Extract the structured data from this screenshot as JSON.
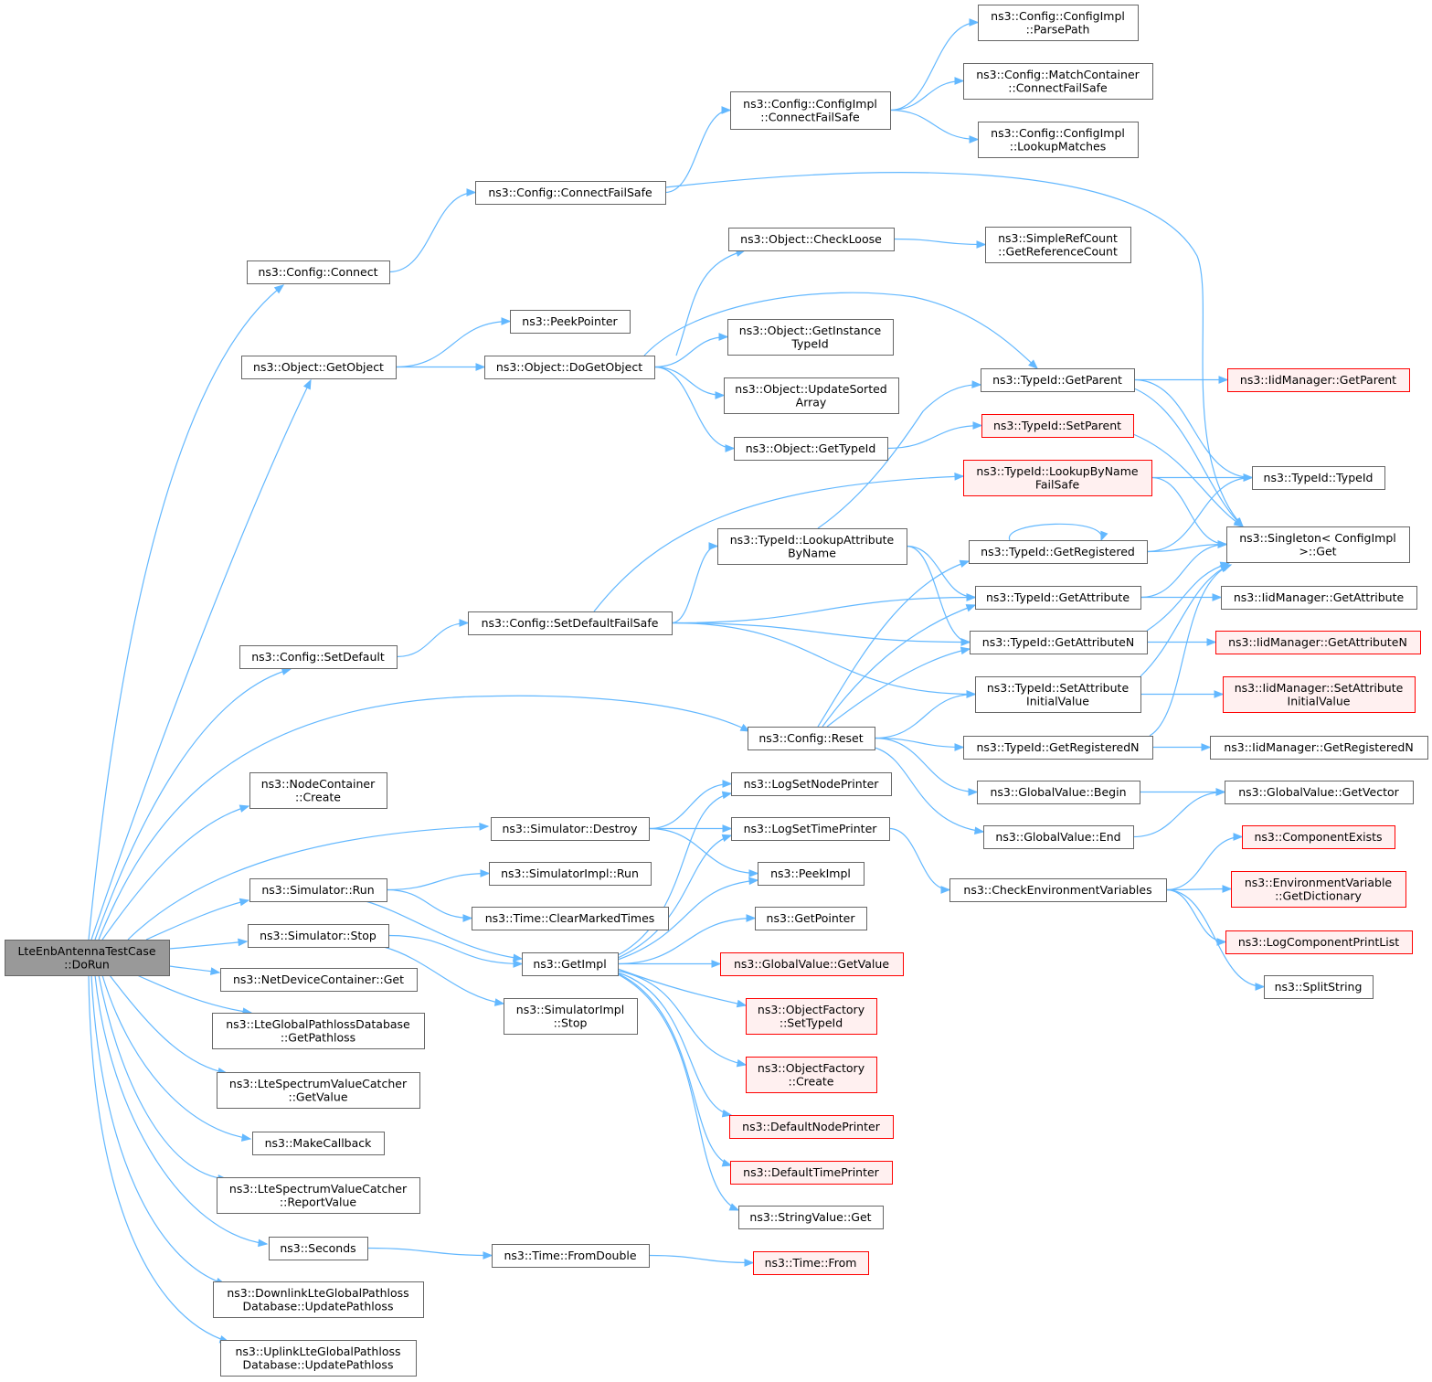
{
  "diagram": {
    "nodes": [
      {
        "id": "root",
        "lines": [
          "LteEnbAntennaTestCase",
          "::DoRun"
        ],
        "kind": "root"
      },
      {
        "id": "configConnect",
        "lines": [
          "ns3::Config::Connect"
        ],
        "kind": "normal"
      },
      {
        "id": "objGetObject",
        "lines": [
          "ns3::Object::GetObject"
        ],
        "kind": "normal"
      },
      {
        "id": "configSetDefault",
        "lines": [
          "ns3::Config::SetDefault"
        ],
        "kind": "normal"
      },
      {
        "id": "nodeContainerCreate",
        "lines": [
          "ns3::NodeContainer",
          "::Create"
        ],
        "kind": "normal"
      },
      {
        "id": "simRun",
        "lines": [
          "ns3::Simulator::Run"
        ],
        "kind": "normal"
      },
      {
        "id": "simStop",
        "lines": [
          "ns3::Simulator::Stop"
        ],
        "kind": "normal"
      },
      {
        "id": "ndcGet",
        "lines": [
          "ns3::NetDeviceContainer::Get"
        ],
        "kind": "normal"
      },
      {
        "id": "lteGetPathloss",
        "lines": [
          "ns3::LteGlobalPathlossDatabase",
          "::GetPathloss"
        ],
        "kind": "normal"
      },
      {
        "id": "catcherGetValue",
        "lines": [
          "ns3::LteSpectrumValueCatcher",
          "::GetValue"
        ],
        "kind": "normal"
      },
      {
        "id": "makeCallback",
        "lines": [
          "ns3::MakeCallback"
        ],
        "kind": "normal"
      },
      {
        "id": "catcherReport",
        "lines": [
          "ns3::LteSpectrumValueCatcher",
          "::ReportValue"
        ],
        "kind": "normal"
      },
      {
        "id": "seconds",
        "lines": [
          "ns3::Seconds"
        ],
        "kind": "normal"
      },
      {
        "id": "dlUpdate",
        "lines": [
          "ns3::DownlinkLteGlobalPathloss",
          "Database::UpdatePathloss"
        ],
        "kind": "normal"
      },
      {
        "id": "ulUpdate",
        "lines": [
          "ns3::UplinkLteGlobalPathloss",
          "Database::UpdatePathloss"
        ],
        "kind": "normal"
      },
      {
        "id": "configConnectFailSafe",
        "lines": [
          "ns3::Config::ConnectFailSafe"
        ],
        "kind": "normal"
      },
      {
        "id": "peekPointer",
        "lines": [
          "ns3::PeekPointer"
        ],
        "kind": "normal"
      },
      {
        "id": "objDoGetObject",
        "lines": [
          "ns3::Object::DoGetObject"
        ],
        "kind": "normal"
      },
      {
        "id": "configSetDefaultFailSafe",
        "lines": [
          "ns3::Config::SetDefaultFailSafe"
        ],
        "kind": "normal"
      },
      {
        "id": "configReset",
        "lines": [
          "ns3::Config::Reset"
        ],
        "kind": "normal"
      },
      {
        "id": "simDestroy",
        "lines": [
          "ns3::Simulator::Destroy"
        ],
        "kind": "normal"
      },
      {
        "id": "simImplRun",
        "lines": [
          "ns3::SimulatorImpl::Run"
        ],
        "kind": "normal"
      },
      {
        "id": "timeClearMarked",
        "lines": [
          "ns3::Time::ClearMarkedTimes"
        ],
        "kind": "normal"
      },
      {
        "id": "getImpl",
        "lines": [
          "ns3::GetImpl"
        ],
        "kind": "normal"
      },
      {
        "id": "simImplStop",
        "lines": [
          "ns3::SimulatorImpl",
          "::Stop"
        ],
        "kind": "normal"
      },
      {
        "id": "timeFromDouble",
        "lines": [
          "ns3::Time::FromDouble"
        ],
        "kind": "normal"
      },
      {
        "id": "configImplConnectFailSafe",
        "lines": [
          "ns3::Config::ConfigImpl",
          "::ConnectFailSafe"
        ],
        "kind": "normal"
      },
      {
        "id": "objCheckLoose",
        "lines": [
          "ns3::Object::CheckLoose"
        ],
        "kind": "normal"
      },
      {
        "id": "objGetInstanceTypeId",
        "lines": [
          "ns3::Object::GetInstance",
          "TypeId"
        ],
        "kind": "normal"
      },
      {
        "id": "objUpdateSorted",
        "lines": [
          "ns3::Object::UpdateSorted",
          "Array"
        ],
        "kind": "normal"
      },
      {
        "id": "objGetTypeId",
        "lines": [
          "ns3::Object::GetTypeId"
        ],
        "kind": "normal"
      },
      {
        "id": "typeIdLookupAttr",
        "lines": [
          "ns3::TypeId::LookupAttribute",
          "ByName"
        ],
        "kind": "normal"
      },
      {
        "id": "logSetNodePrinter",
        "lines": [
          "ns3::LogSetNodePrinter"
        ],
        "kind": "normal"
      },
      {
        "id": "logSetTimePrinter",
        "lines": [
          "ns3::LogSetTimePrinter"
        ],
        "kind": "normal"
      },
      {
        "id": "peekImpl",
        "lines": [
          "ns3::PeekImpl"
        ],
        "kind": "normal"
      },
      {
        "id": "getPointer",
        "lines": [
          "ns3::GetPointer"
        ],
        "kind": "normal"
      },
      {
        "id": "gvGetValue",
        "lines": [
          "ns3::GlobalValue::GetValue"
        ],
        "kind": "red"
      },
      {
        "id": "ofSetTypeId",
        "lines": [
          "ns3::ObjectFactory",
          "::SetTypeId"
        ],
        "kind": "red"
      },
      {
        "id": "ofCreate",
        "lines": [
          "ns3::ObjectFactory",
          "::Create"
        ],
        "kind": "red"
      },
      {
        "id": "defaultNodePrinter",
        "lines": [
          "ns3::DefaultNodePrinter"
        ],
        "kind": "red"
      },
      {
        "id": "defaultTimePrinter",
        "lines": [
          "ns3::DefaultTimePrinter"
        ],
        "kind": "red"
      },
      {
        "id": "stringValueGet",
        "lines": [
          "ns3::StringValue::Get"
        ],
        "kind": "normal"
      },
      {
        "id": "timeFrom",
        "lines": [
          "ns3::Time::From"
        ],
        "kind": "red"
      },
      {
        "id": "configImplParsePath",
        "lines": [
          "ns3::Config::ConfigImpl",
          "::ParsePath"
        ],
        "kind": "normal"
      },
      {
        "id": "matchContainerConnect",
        "lines": [
          "ns3::Config::MatchContainer",
          "::ConnectFailSafe"
        ],
        "kind": "normal"
      },
      {
        "id": "configImplLookupMatches",
        "lines": [
          "ns3::Config::ConfigImpl",
          "::LookupMatches"
        ],
        "kind": "normal"
      },
      {
        "id": "simpleRefCount",
        "lines": [
          "ns3::SimpleRefCount",
          "::GetReferenceCount"
        ],
        "kind": "normal"
      },
      {
        "id": "typeIdGetParent",
        "lines": [
          "ns3::TypeId::GetParent"
        ],
        "kind": "normal"
      },
      {
        "id": "typeIdSetParent",
        "lines": [
          "ns3::TypeId::SetParent"
        ],
        "kind": "red"
      },
      {
        "id": "typeIdLookupByName",
        "lines": [
          "ns3::TypeId::LookupByName",
          "FailSafe"
        ],
        "kind": "red"
      },
      {
        "id": "typeIdGetRegistered",
        "lines": [
          "ns3::TypeId::GetRegistered"
        ],
        "kind": "normal"
      },
      {
        "id": "typeIdGetAttribute",
        "lines": [
          "ns3::TypeId::GetAttribute"
        ],
        "kind": "normal"
      },
      {
        "id": "typeIdGetAttributeN",
        "lines": [
          "ns3::TypeId::GetAttributeN"
        ],
        "kind": "normal"
      },
      {
        "id": "typeIdSetAttrInit",
        "lines": [
          "ns3::TypeId::SetAttribute",
          "InitialValue"
        ],
        "kind": "normal"
      },
      {
        "id": "typeIdGetRegisteredN",
        "lines": [
          "ns3::TypeId::GetRegisteredN"
        ],
        "kind": "normal"
      },
      {
        "id": "gvBegin",
        "lines": [
          "ns3::GlobalValue::Begin"
        ],
        "kind": "normal"
      },
      {
        "id": "gvEnd",
        "lines": [
          "ns3::GlobalValue::End"
        ],
        "kind": "normal"
      },
      {
        "id": "checkEnvVars",
        "lines": [
          "ns3::CheckEnvironmentVariables"
        ],
        "kind": "normal"
      },
      {
        "id": "iidGetParent",
        "lines": [
          "ns3::IidManager::GetParent"
        ],
        "kind": "red"
      },
      {
        "id": "typeIdTypeId",
        "lines": [
          "ns3::TypeId::TypeId"
        ],
        "kind": "normal"
      },
      {
        "id": "singletonGet",
        "lines": [
          "ns3::Singleton< ConfigImpl",
          " >::Get"
        ],
        "kind": "normal"
      },
      {
        "id": "iidGetAttribute",
        "lines": [
          "ns3::IidManager::GetAttribute"
        ],
        "kind": "normal"
      },
      {
        "id": "iidGetAttributeN",
        "lines": [
          "ns3::IidManager::GetAttributeN"
        ],
        "kind": "red"
      },
      {
        "id": "iidSetAttrInit",
        "lines": [
          "ns3::IidManager::SetAttribute",
          "InitialValue"
        ],
        "kind": "red"
      },
      {
        "id": "iidGetRegisteredN",
        "lines": [
          "ns3::IidManager::GetRegisteredN"
        ],
        "kind": "normal"
      },
      {
        "id": "gvGetVector",
        "lines": [
          "ns3::GlobalValue::GetVector"
        ],
        "kind": "normal"
      },
      {
        "id": "componentExists",
        "lines": [
          "ns3::ComponentExists"
        ],
        "kind": "red"
      },
      {
        "id": "envVarGetDict",
        "lines": [
          "ns3::EnvironmentVariable",
          "::GetDictionary"
        ],
        "kind": "red"
      },
      {
        "id": "logComponentPrintList",
        "lines": [
          "ns3::LogComponentPrintList"
        ],
        "kind": "red"
      },
      {
        "id": "splitString",
        "lines": [
          "ns3::SplitString"
        ],
        "kind": "normal"
      }
    ],
    "edges": [
      [
        "root",
        "configConnect"
      ],
      [
        "root",
        "objGetObject"
      ],
      [
        "root",
        "configSetDefault"
      ],
      [
        "root",
        "configReset"
      ],
      [
        "root",
        "nodeContainerCreate"
      ],
      [
        "root",
        "simDestroy"
      ],
      [
        "root",
        "simRun"
      ],
      [
        "root",
        "simStop"
      ],
      [
        "root",
        "ndcGet"
      ],
      [
        "root",
        "lteGetPathloss"
      ],
      [
        "root",
        "catcherGetValue"
      ],
      [
        "root",
        "makeCallback"
      ],
      [
        "root",
        "catcherReport"
      ],
      [
        "root",
        "seconds"
      ],
      [
        "root",
        "dlUpdate"
      ],
      [
        "root",
        "ulUpdate"
      ],
      [
        "configConnect",
        "configConnectFailSafe"
      ],
      [
        "configConnectFailSafe",
        "configImplConnectFailSafe"
      ],
      [
        "configConnectFailSafe",
        "singletonGet"
      ],
      [
        "configImplConnectFailSafe",
        "configImplParsePath"
      ],
      [
        "configImplConnectFailSafe",
        "matchContainerConnect"
      ],
      [
        "configImplConnectFailSafe",
        "configImplLookupMatches"
      ],
      [
        "objGetObject",
        "peekPointer"
      ],
      [
        "objGetObject",
        "objDoGetObject"
      ],
      [
        "objDoGetObject",
        "objCheckLoose"
      ],
      [
        "objDoGetObject",
        "typeIdGetParent"
      ],
      [
        "objDoGetObject",
        "objGetInstanceTypeId"
      ],
      [
        "objDoGetObject",
        "objUpdateSorted"
      ],
      [
        "objDoGetObject",
        "objGetTypeId"
      ],
      [
        "objCheckLoose",
        "simpleRefCount"
      ],
      [
        "objGetTypeId",
        "typeIdSetParent"
      ],
      [
        "configSetDefault",
        "configSetDefaultFailSafe"
      ],
      [
        "configSetDefaultFailSafe",
        "typeIdLookupByName"
      ],
      [
        "configSetDefaultFailSafe",
        "typeIdLookupAttr"
      ],
      [
        "configSetDefaultFailSafe",
        "typeIdGetAttribute"
      ],
      [
        "configSetDefaultFailSafe",
        "typeIdGetAttributeN"
      ],
      [
        "configSetDefaultFailSafe",
        "typeIdSetAttrInit"
      ],
      [
        "typeIdLookupAttr",
        "typeIdGetParent"
      ],
      [
        "typeIdLookupAttr",
        "typeIdGetAttribute"
      ],
      [
        "typeIdLookupAttr",
        "typeIdGetAttributeN"
      ],
      [
        "configReset",
        "typeIdGetRegistered"
      ],
      [
        "configReset",
        "typeIdGetAttribute"
      ],
      [
        "configReset",
        "typeIdGetAttributeN"
      ],
      [
        "configReset",
        "typeIdSetAttrInit"
      ],
      [
        "configReset",
        "typeIdGetRegisteredN"
      ],
      [
        "configReset",
        "gvBegin"
      ],
      [
        "configReset",
        "gvEnd"
      ],
      [
        "typeIdGetParent",
        "iidGetParent"
      ],
      [
        "typeIdGetParent",
        "typeIdTypeId"
      ],
      [
        "typeIdGetParent",
        "singletonGet"
      ],
      [
        "typeIdSetParent",
        "singletonGet"
      ],
      [
        "typeIdLookupByName",
        "typeIdTypeId"
      ],
      [
        "typeIdLookupByName",
        "singletonGet"
      ],
      [
        "typeIdGetRegistered",
        "typeIdGetRegistered"
      ],
      [
        "typeIdGetRegistered",
        "typeIdTypeId"
      ],
      [
        "typeIdGetRegistered",
        "singletonGet"
      ],
      [
        "typeIdGetAttribute",
        "singletonGet"
      ],
      [
        "typeIdGetAttribute",
        "iidGetAttribute"
      ],
      [
        "typeIdGetAttributeN",
        "singletonGet"
      ],
      [
        "typeIdGetAttributeN",
        "iidGetAttributeN"
      ],
      [
        "typeIdSetAttrInit",
        "singletonGet"
      ],
      [
        "typeIdSetAttrInit",
        "iidSetAttrInit"
      ],
      [
        "typeIdGetRegisteredN",
        "singletonGet"
      ],
      [
        "typeIdGetRegisteredN",
        "iidGetRegisteredN"
      ],
      [
        "gvBegin",
        "gvGetVector"
      ],
      [
        "gvEnd",
        "gvGetVector"
      ],
      [
        "simDestroy",
        "logSetNodePrinter"
      ],
      [
        "simDestroy",
        "logSetTimePrinter"
      ],
      [
        "simDestroy",
        "peekImpl"
      ],
      [
        "logSetTimePrinter",
        "checkEnvVars"
      ],
      [
        "checkEnvVars",
        "componentExists"
      ],
      [
        "checkEnvVars",
        "envVarGetDict"
      ],
      [
        "checkEnvVars",
        "logComponentPrintList"
      ],
      [
        "checkEnvVars",
        "splitString"
      ],
      [
        "simRun",
        "simImplRun"
      ],
      [
        "simRun",
        "timeClearMarked"
      ],
      [
        "simRun",
        "getImpl"
      ],
      [
        "simStop",
        "getImpl"
      ],
      [
        "simStop",
        "simImplStop"
      ],
      [
        "getImpl",
        "logSetNodePrinter"
      ],
      [
        "getImpl",
        "logSetTimePrinter"
      ],
      [
        "getImpl",
        "peekImpl"
      ],
      [
        "getImpl",
        "getPointer"
      ],
      [
        "getImpl",
        "gvGetValue"
      ],
      [
        "getImpl",
        "ofSetTypeId"
      ],
      [
        "getImpl",
        "ofCreate"
      ],
      [
        "getImpl",
        "defaultNodePrinter"
      ],
      [
        "getImpl",
        "defaultTimePrinter"
      ],
      [
        "getImpl",
        "stringValueGet"
      ],
      [
        "seconds",
        "timeFromDouble"
      ],
      [
        "timeFromDouble",
        "timeFrom"
      ]
    ]
  },
  "colors": {
    "edge": "#63b8ff",
    "node_border": "#666666",
    "root_fill": "#999999",
    "external_border": "#ff0000",
    "external_fill": "#fff0f0"
  }
}
